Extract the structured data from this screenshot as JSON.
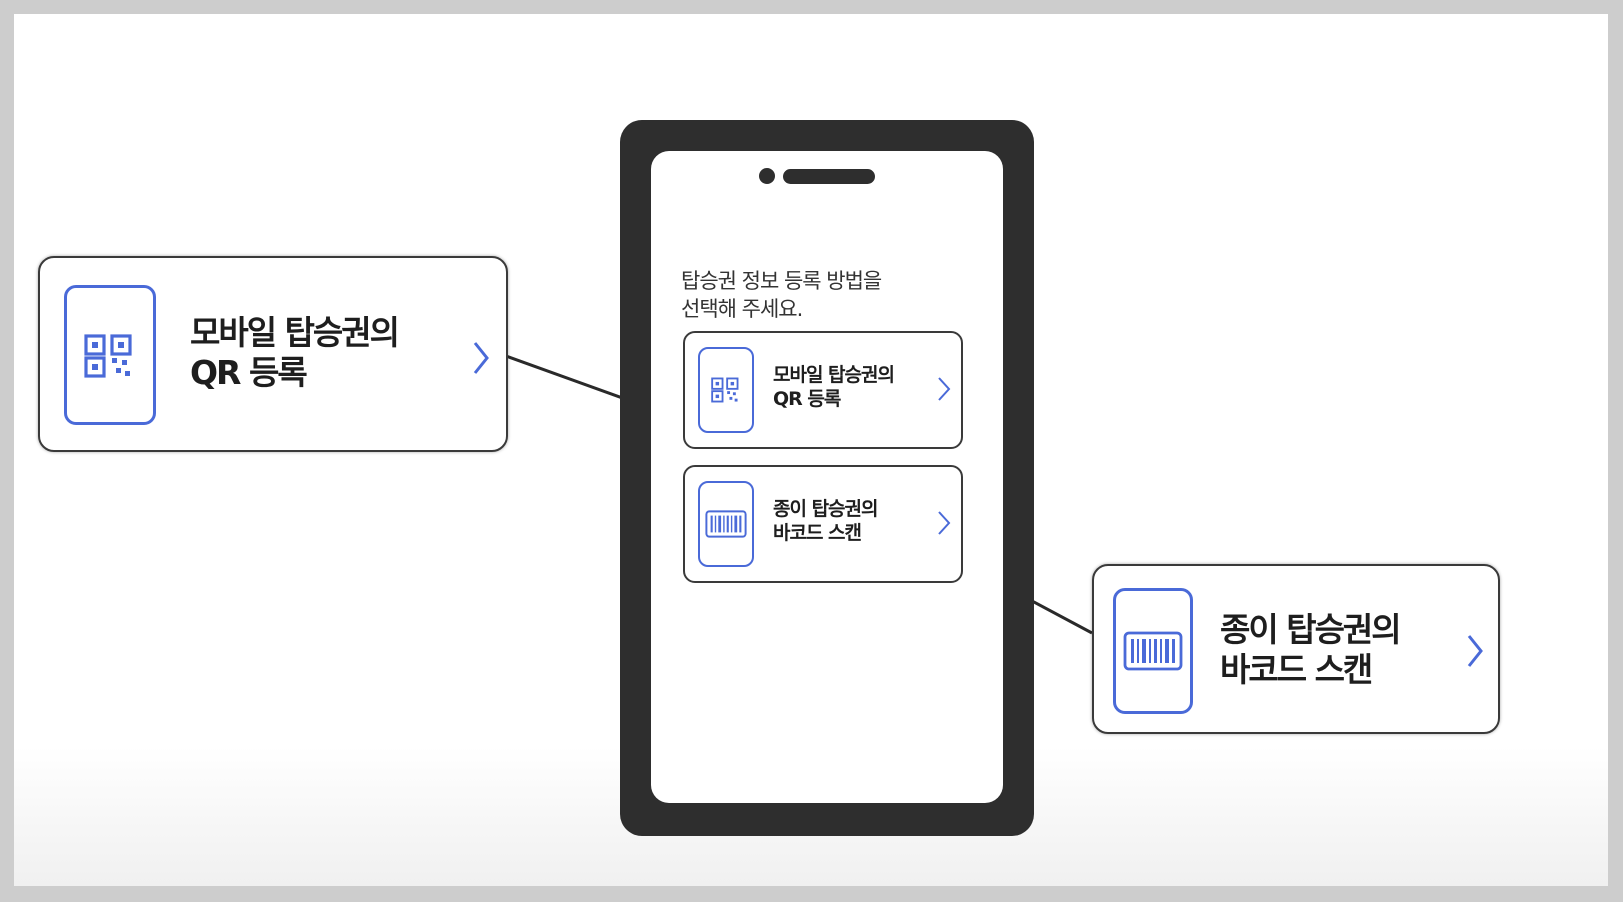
{
  "screen": {
    "instruction_line1": "탑승권 정보 등록 방법을",
    "instruction_line2": "선택해 주세요."
  },
  "options": [
    {
      "line1": "모바일 탑승권의",
      "line2": "QR 등록",
      "icon": "qr-code-icon"
    },
    {
      "line1": "종이 탑승권의",
      "line2": "바코드 스캔",
      "icon": "barcode-icon"
    }
  ],
  "colors": {
    "accent": "#4a6ad8",
    "phone_body": "#2e2e2e",
    "outline": "#3a3a3a"
  }
}
